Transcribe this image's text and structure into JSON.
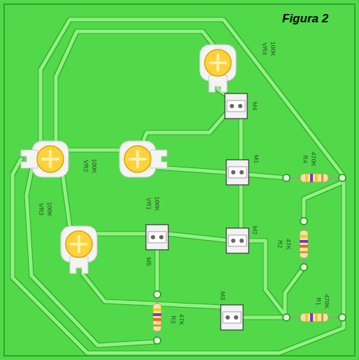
{
  "diagram": {
    "title": "Figura 2",
    "labels": [
      "VR4",
      "100K",
      "VR2",
      "100K",
      "VR1",
      "100K",
      "VR3",
      "100K",
      "M4",
      "M1",
      "M2",
      "M5",
      "M3",
      "R4",
      "470K",
      "R2",
      "47K",
      "R1",
      "470K",
      "R3",
      "47K"
    ]
  }
}
